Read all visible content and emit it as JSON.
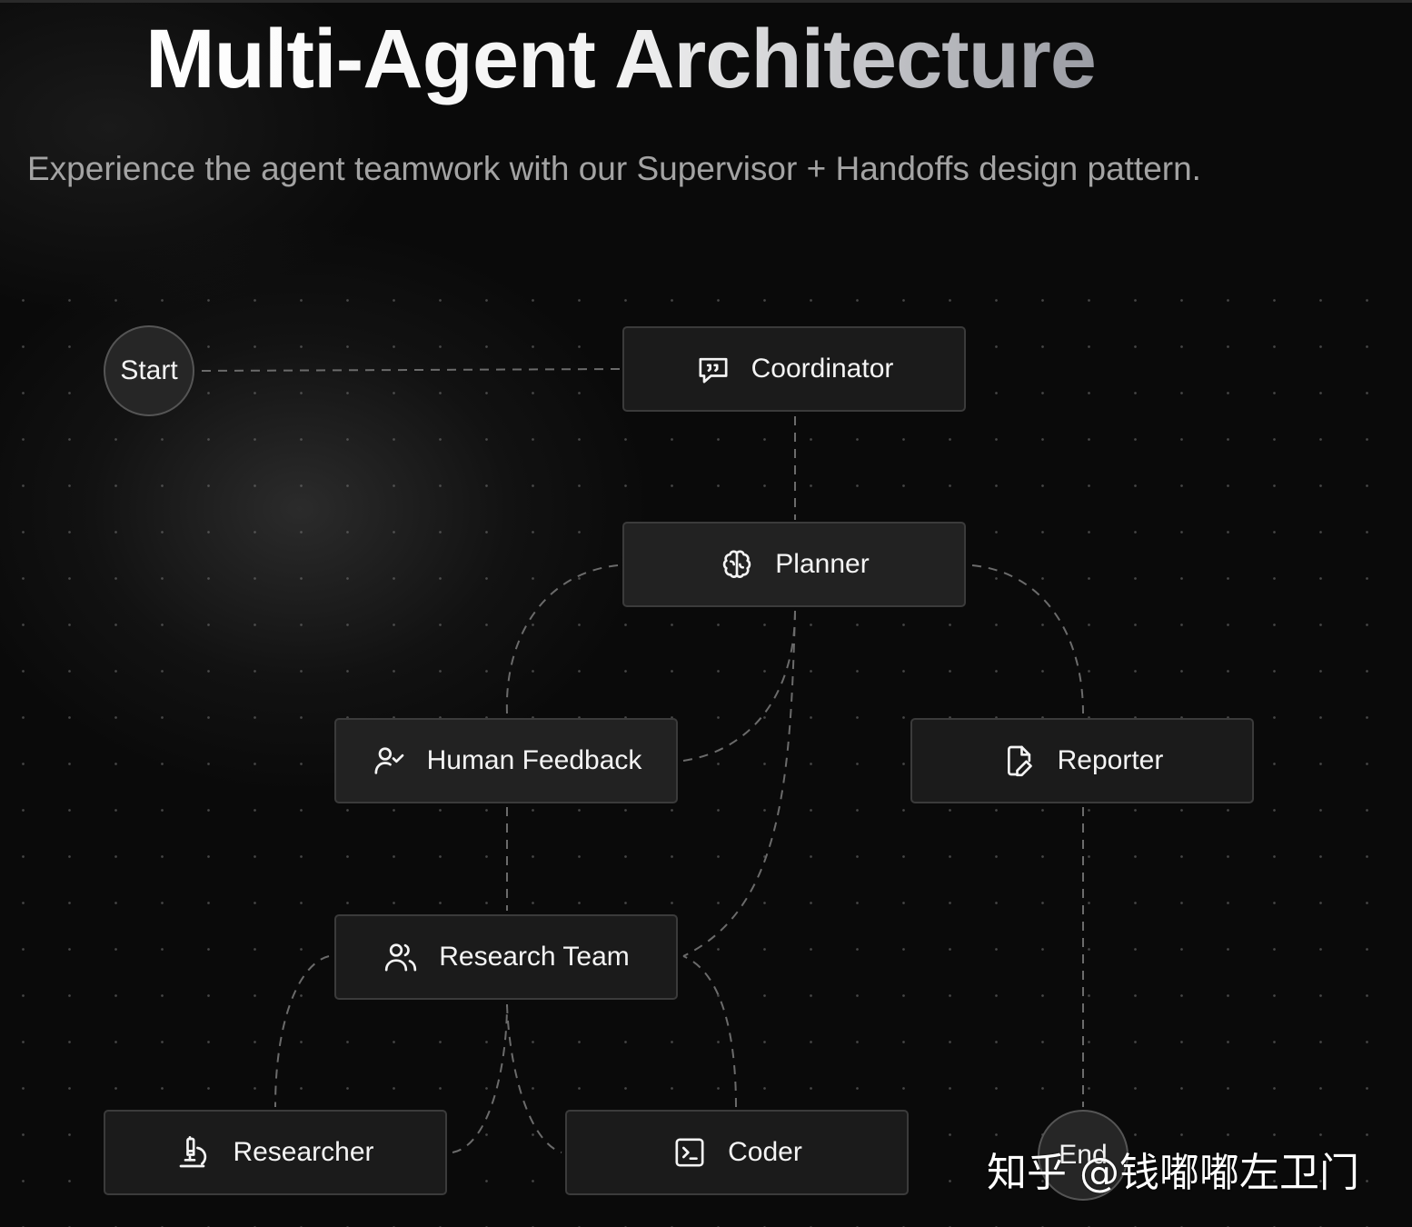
{
  "header": {
    "title": "Multi-Agent Architecture",
    "subtitle": "Experience the agent teamwork with our Supervisor + Handoffs design pattern."
  },
  "nodes": {
    "start": {
      "label": "Start"
    },
    "coordinator": {
      "label": "Coordinator",
      "icon": "message-quote-icon"
    },
    "planner": {
      "label": "Planner",
      "icon": "brain-icon"
    },
    "human_feedback": {
      "label": "Human Feedback",
      "icon": "user-check-icon"
    },
    "reporter": {
      "label": "Reporter",
      "icon": "file-pen-icon"
    },
    "research_team": {
      "label": "Research Team",
      "icon": "users-icon"
    },
    "researcher": {
      "label": "Researcher",
      "icon": "microscope-icon"
    },
    "coder": {
      "label": "Coder",
      "icon": "terminal-square-icon"
    },
    "end": {
      "label": "End"
    }
  },
  "edges": [
    [
      "start",
      "coordinator"
    ],
    [
      "coordinator",
      "planner"
    ],
    [
      "planner",
      "human_feedback"
    ],
    [
      "human_feedback",
      "planner"
    ],
    [
      "planner",
      "reporter"
    ],
    [
      "planner",
      "research_team"
    ],
    [
      "human_feedback",
      "research_team"
    ],
    [
      "research_team",
      "researcher"
    ],
    [
      "researcher",
      "research_team"
    ],
    [
      "research_team",
      "coder"
    ],
    [
      "coder",
      "research_team"
    ],
    [
      "reporter",
      "end"
    ]
  ],
  "watermark": "知乎 @钱嘟嘟左卫门",
  "colors": {
    "background": "#0a0a0a",
    "node_fill": "#1b1b1b",
    "node_border": "#3b3b3b",
    "text": "#f4f4f4",
    "subtitle": "#a3a3a3",
    "edge": "#6b6b6b"
  }
}
